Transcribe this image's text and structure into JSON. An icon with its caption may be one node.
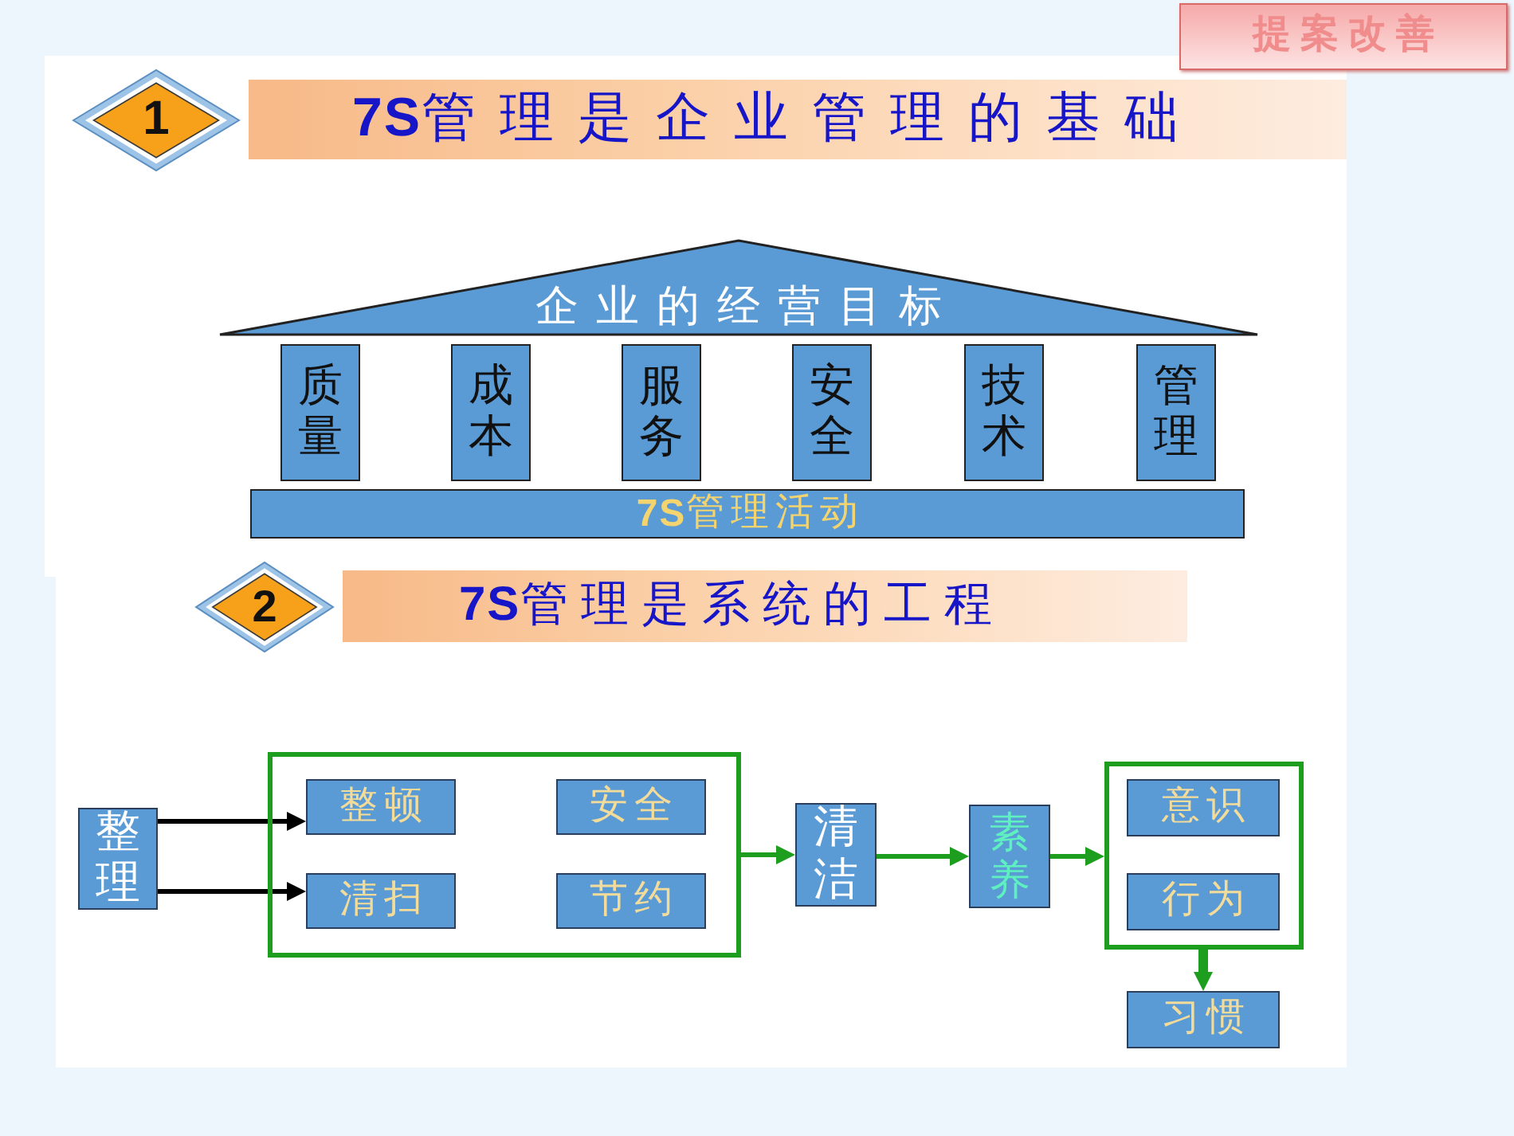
{
  "diagram": {
    "nodes": [
      {
        "text": [
          "提案改善"
        ]
      },
      {
        "text": [
          "1"
        ]
      },
      {
        "text": [
          "**7S**管理是企业管理的基础"
        ]
      },
      {
        "text": [
          "企业的经营目标"
        ]
      },
      {
        "text": [
          "质量"
        ]
      },
      {
        "text": [
          "成本"
        ]
      },
      {
        "text": [
          "服务"
        ]
      },
      {
        "text": [
          "安全"
        ]
      },
      {
        "text": [
          "技术"
        ]
      },
      {
        "text": [
          "管理"
        ]
      },
      {
        "text": [
          "**7S**管理活动"
        ]
      },
      {
        "text": [
          "2"
        ]
      },
      {
        "text": [
          "**7S**管理是系统的工程"
        ]
      },
      {
        "text": [
          "整理"
        ]
      },
      {
        "text": [],
        "shape": "box"
      },
      {
        "text": [
          "整顿"
        ],
        "in": 14
      },
      {
        "text": [
          "安全"
        ],
        "in": 14
      },
      {
        "text": [
          "清扫"
        ],
        "in": 14
      },
      {
        "text": [
          "节约"
        ],
        "in": 14
      },
      {
        "text": [
          "清洁"
        ]
      },
      {
        "text": [
          "素养"
        ]
      },
      {
        "text": [],
        "shape": "box"
      },
      {
        "text": [
          "意识"
        ],
        "in": 21
      },
      {
        "text": [
          "行为"
        ],
        "in": 21
      },
      {
        "text": [
          "习惯"
        ]
      }
    ],
    "edges": [
      {
        "from": 13,
        "to": 15,
        "arrow": "to",
        "color": "#000000"
      },
      {
        "from": 13,
        "to": 17,
        "arrow": "to",
        "color": "#000000"
      },
      {
        "from": 14,
        "to": 19,
        "arrow": "to"
      },
      {
        "from": 19,
        "to": 20,
        "arrow": "to"
      },
      {
        "from": 20,
        "to": 21,
        "arrow": "to"
      },
      {
        "from": 21,
        "to": 24,
        "arrow": "to",
        "style": "thick"
      }
    ]
  }
}
